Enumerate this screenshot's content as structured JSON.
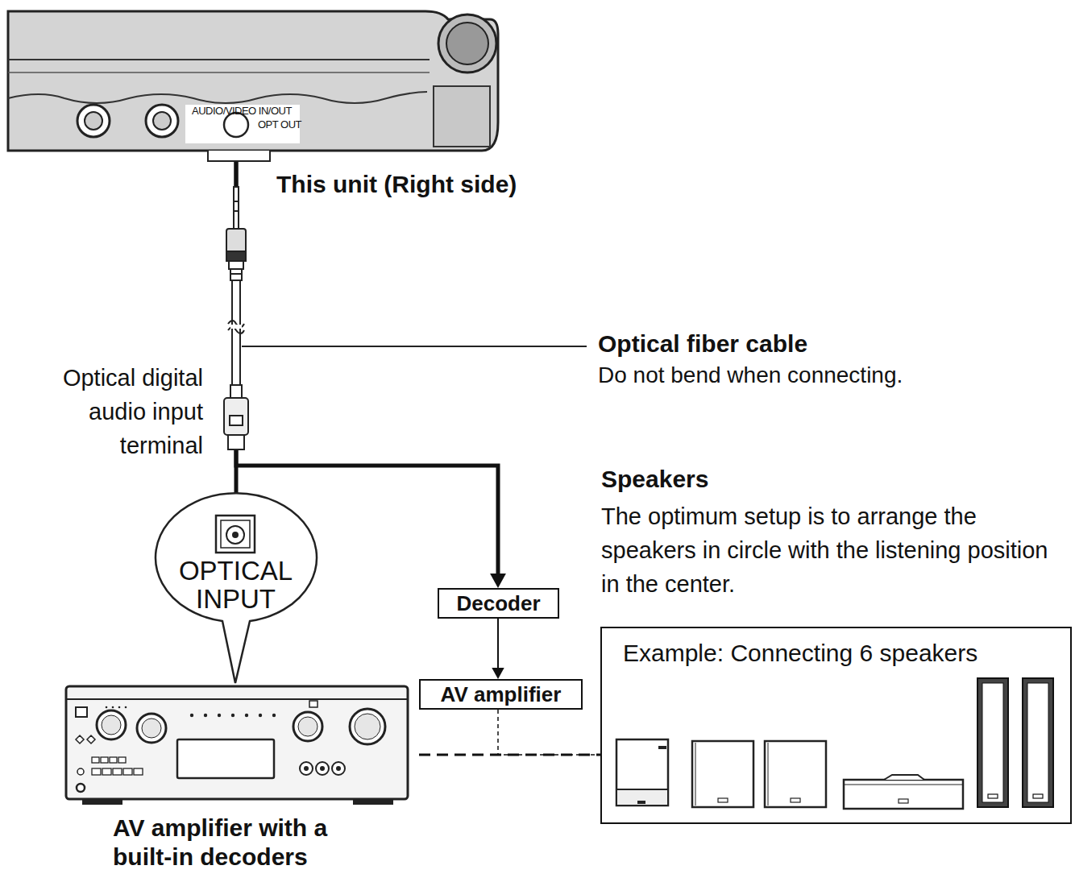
{
  "diagram": {
    "nodes": [
      {
        "text": [
          "This unit (Right side)"
        ]
      },
      {
        "text": [
          "OPTICAL INPUT"
        ]
      },
      {
        "text": [
          "AV amplifier with a built-in decoders"
        ]
      },
      {
        "text": [
          "Decoder"
        ]
      },
      {
        "text": [
          "AV amplifier"
        ]
      },
      {
        "text": [
          "Example: Connecting 6 speakers"
        ]
      }
    ],
    "edges": [
      {
        "from": 0,
        "to": 1,
        "arrow": "to"
      },
      {
        "from": 0,
        "to": 3,
        "arrow": "to"
      },
      {
        "from": 3,
        "to": 4,
        "arrow": "to"
      },
      {
        "from": 4,
        "to": 5,
        "arrow": "none"
      },
      {
        "from": 2,
        "to": 5,
        "arrow": "none"
      }
    ],
    "labels": [
      "AUDIO/VIDEO IN/OUT",
      "OPT OUT",
      "Optical fiber cable",
      "Do not bend when connecting.",
      "Optical digital audio input terminal",
      "Speakers",
      "The optimum setup is to arrange the speakers in circle with the listening position in the center."
    ]
  }
}
